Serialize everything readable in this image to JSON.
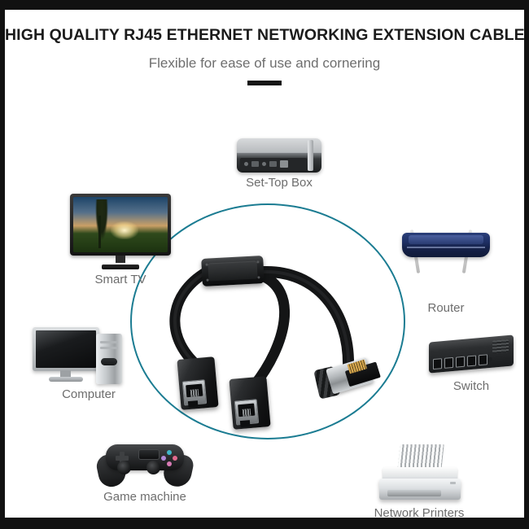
{
  "header": {
    "title": "HIGH QUALITY RJ45 ETHERNET NETWORKING EXTENSION CABLE",
    "subtitle": "Flexible for ease of use and cornering",
    "divider": "divider-bar"
  },
  "devices": [
    {
      "id": "set-top-box",
      "label": "Set-Top Box"
    },
    {
      "id": "router",
      "label": "Router"
    },
    {
      "id": "switch",
      "label": "Switch"
    },
    {
      "id": "network-printers",
      "label": "Network Printers"
    },
    {
      "id": "game-machine",
      "label": "Game machine"
    },
    {
      "id": "computer",
      "label": "Computer"
    },
    {
      "id": "smart-tv",
      "label": "Smart TV"
    }
  ],
  "product": {
    "name": "rj45-y-splitter-cable",
    "junction_box": "junction-box",
    "female_socket_1": "rj45-female-socket",
    "female_socket_2": "rj45-female-socket",
    "male_plug": "rj45-male-plug"
  },
  "colors": {
    "frame": "#111111",
    "background": "#ffffff",
    "title": "#1b1b1b",
    "subtitle": "#6e6e6e",
    "label": "#6d6d6d",
    "ring": "#1b7c92",
    "cable": "#141516"
  }
}
